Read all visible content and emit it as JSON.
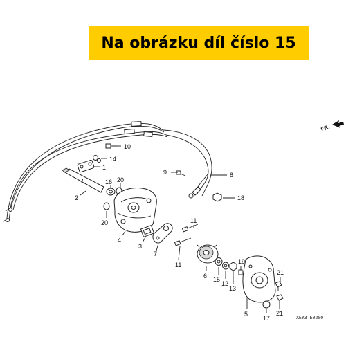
{
  "banner": {
    "text": "Na obrázku díl číslo 15",
    "color": "#FFCC00"
  },
  "direction_label": "FR.",
  "code": "XEY3-E0200",
  "callouts": {
    "c1": "1",
    "c2": "2",
    "c3": "3",
    "c4": "4",
    "c5": "5",
    "c6": "6",
    "c7": "7",
    "c8": "8",
    "c9": "9",
    "c10": "10",
    "c11a": "11",
    "c11b": "11",
    "c12": "12",
    "c13": "13",
    "c14": "14",
    "c15": "15",
    "c16": "16",
    "c17": "17",
    "c18": "18",
    "c19": "19",
    "c20a": "20",
    "c20b": "20",
    "c21a": "21",
    "c21b": "21"
  }
}
